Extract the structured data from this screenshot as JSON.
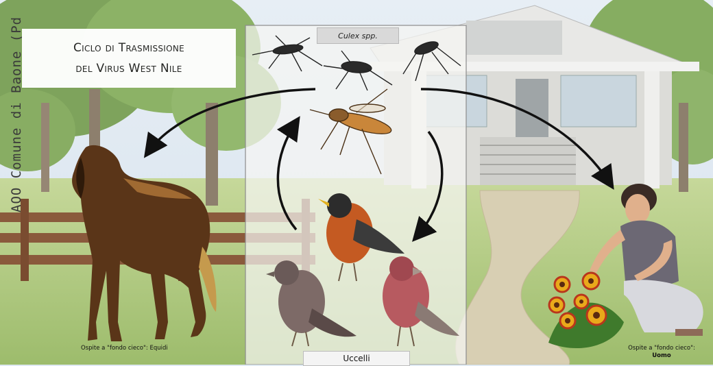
{
  "title": {
    "line1": "Ciclo di Trasmissione",
    "line2": "del Virus West Nile"
  },
  "watermark": "AOO Comune di Baone (Pd",
  "vector_label": "Culex spp.",
  "amplifier_label": "Uccelli",
  "dead_end_hosts": {
    "left": "Ospite a \"fondo cieco\": Equidi",
    "right_caption": "Ospite a \"fondo cieco\":",
    "right_name": "Uomo"
  },
  "colors": {
    "arrow": "#111111",
    "grass": "#a9c47a",
    "fence": "#8a5a3c",
    "panel": "#f3f3f0"
  }
}
